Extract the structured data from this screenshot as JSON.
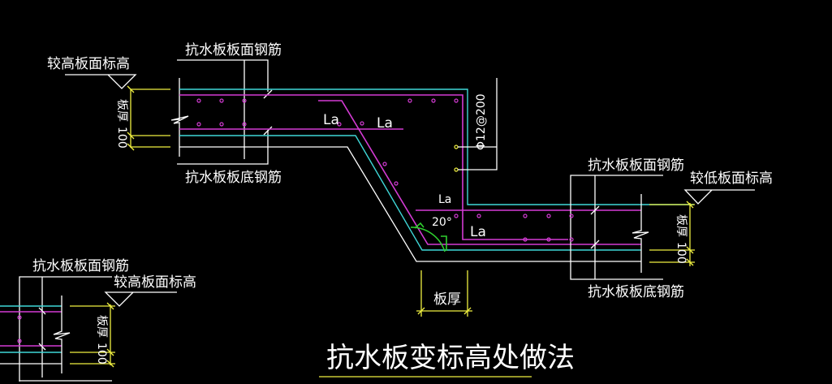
{
  "drawing": {
    "title": "抗水板变标高处做法",
    "colors": {
      "background": "#000000",
      "outline": "#ffffff",
      "waterproof_line": "#3fd7d7",
      "rebar": "#d43bd4",
      "dimension": "#f0f040",
      "angle_arc": "#2fd02f"
    },
    "left_detail": {
      "top_rebar_label": "抗水板板面钢筋",
      "bottom_rebar_label": "抗水板板底钢筋",
      "elevation_label": "较高板面标高",
      "dim_thickness": "板厚",
      "dim_cushion": "100"
    },
    "right_detail": {
      "top_rebar_label": "抗水板板面钢筋",
      "bottom_rebar_label": "抗水板板底钢筋",
      "elevation_label": "较低板面标高",
      "dim_thickness": "板厚",
      "dim_cushion": "100"
    },
    "middle": {
      "la_labels": [
        "La",
        "La",
        "La",
        "La"
      ],
      "angle_label": "20°",
      "stirrup_label": "Φ12@200",
      "thickness_label": "板厚"
    },
    "bottom_left_detail": {
      "top_rebar_label": "抗水板板面钢筋",
      "elevation_label": "较高板面标高",
      "dim_thickness": "板厚",
      "dim_cushion": "100"
    }
  }
}
